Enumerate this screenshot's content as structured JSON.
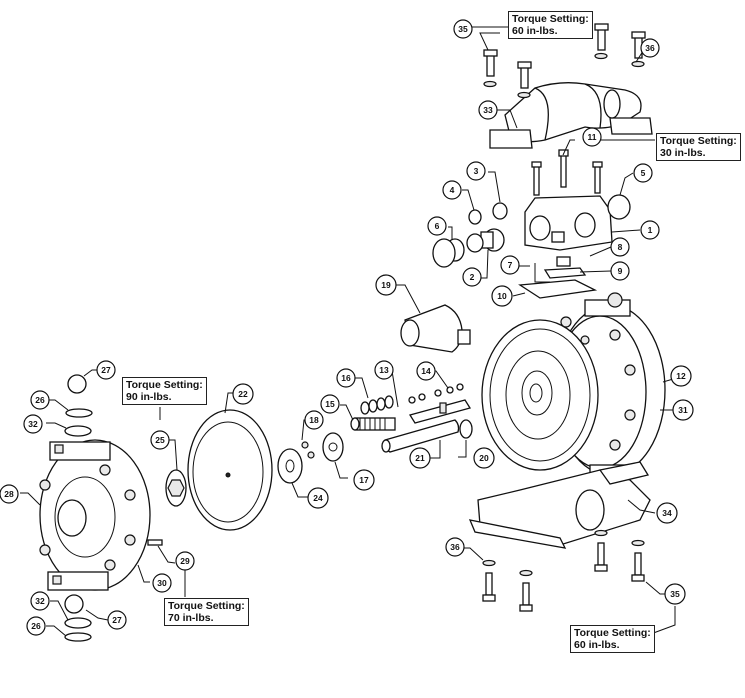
{
  "figure": {
    "title": "",
    "type": "exploded parts view - air-operated double diaphragm pump"
  },
  "callouts": [
    {
      "id": "c1",
      "label": "1"
    },
    {
      "id": "c2",
      "label": "2"
    },
    {
      "id": "c3",
      "label": "3"
    },
    {
      "id": "c4",
      "label": "4"
    },
    {
      "id": "c5",
      "label": "5"
    },
    {
      "id": "c6",
      "label": "6"
    },
    {
      "id": "c7",
      "label": "7"
    },
    {
      "id": "c8",
      "label": "8"
    },
    {
      "id": "c9",
      "label": "9"
    },
    {
      "id": "c10",
      "label": "10"
    },
    {
      "id": "c11",
      "label": "11"
    },
    {
      "id": "c12",
      "label": "12"
    },
    {
      "id": "c13",
      "label": "13"
    },
    {
      "id": "c14",
      "label": "14"
    },
    {
      "id": "c15",
      "label": "15"
    },
    {
      "id": "c16",
      "label": "16"
    },
    {
      "id": "c17",
      "label": "17"
    },
    {
      "id": "c18",
      "label": "18"
    },
    {
      "id": "c19",
      "label": "19"
    },
    {
      "id": "c20",
      "label": "20"
    },
    {
      "id": "c21",
      "label": "21"
    },
    {
      "id": "c22",
      "label": "22"
    },
    {
      "id": "c24",
      "label": "24"
    },
    {
      "id": "c25",
      "label": "25"
    },
    {
      "id": "c26a",
      "label": "26"
    },
    {
      "id": "c26b",
      "label": "26"
    },
    {
      "id": "c27a",
      "label": "27"
    },
    {
      "id": "c27b",
      "label": "27"
    },
    {
      "id": "c28",
      "label": "28"
    },
    {
      "id": "c29",
      "label": "29"
    },
    {
      "id": "c30",
      "label": "30"
    },
    {
      "id": "c31",
      "label": "31"
    },
    {
      "id": "c32a",
      "label": "32"
    },
    {
      "id": "c32b",
      "label": "32"
    },
    {
      "id": "c33",
      "label": "33"
    },
    {
      "id": "c34",
      "label": "34"
    },
    {
      "id": "c35a",
      "label": "35"
    },
    {
      "id": "c35b",
      "label": "35"
    },
    {
      "id": "c36a",
      "label": "36"
    },
    {
      "id": "c36b",
      "label": "36"
    }
  ],
  "torque_notes": [
    {
      "line1": "Torque Setting:",
      "line2": "60 in-lbs.",
      "applies_to": "35"
    },
    {
      "line1": "Torque Setting:",
      "line2": "30 in-lbs.",
      "applies_to": "11"
    },
    {
      "line1": "Torque Setting:",
      "line2": "90 in-lbs.",
      "applies_to": "25"
    },
    {
      "line1": "Torque Setting:",
      "line2": "70 in-lbs.",
      "applies_to": "29"
    },
    {
      "line1": "Torque Setting:",
      "line2": "60 in-lbs.",
      "applies_to": "35"
    }
  ]
}
